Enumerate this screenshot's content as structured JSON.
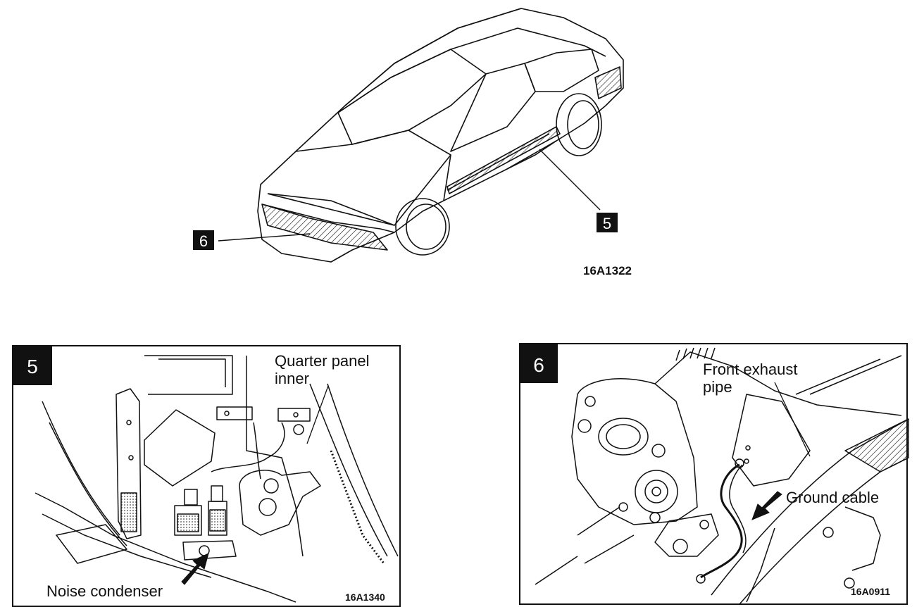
{
  "overview": {
    "code": "16A1322",
    "callouts": [
      "5",
      "6"
    ]
  },
  "panel5": {
    "number": "5",
    "label_quarter_line1": "Quarter panel",
    "label_quarter_line2": "inner",
    "label_noise": "Noise condenser",
    "code": "16A1340"
  },
  "panel6": {
    "number": "6",
    "label_exhaust_line1": "Front exhaust",
    "label_exhaust_line2": "pipe",
    "label_ground": "Ground cable",
    "code": "16A0911"
  }
}
